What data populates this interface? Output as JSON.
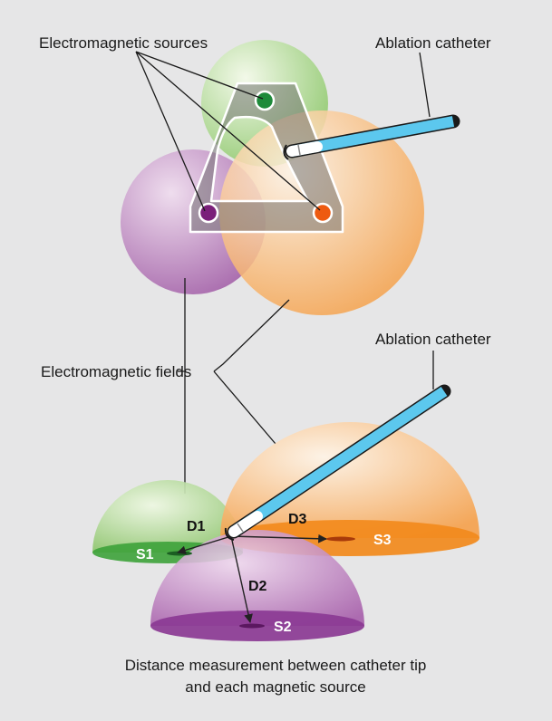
{
  "labels": {
    "electromagnetic_sources": "Electromagnetic sources",
    "ablation_catheter_top": "Ablation catheter",
    "electromagnetic_fields": "Electromagnetic fields",
    "ablation_catheter_bottom": "Ablation catheter"
  },
  "distances": {
    "d1": "D1",
    "d2": "D2",
    "d3": "D3"
  },
  "sources": {
    "s1": "S1",
    "s2": "S2",
    "s3": "S3"
  },
  "caption": {
    "line1": "Distance measurement between catheter tip",
    "line2": "and each magnetic source"
  },
  "colors": {
    "background": "#e6e6e7",
    "green_field": "#8dc86a",
    "purple_field": "#a35fa8",
    "orange_field": "#f5a24c",
    "green_source": "#1e8a3a",
    "purple_source": "#7a1f7a",
    "orange_source": "#ee5a10",
    "catheter": "#5cc8ee"
  }
}
